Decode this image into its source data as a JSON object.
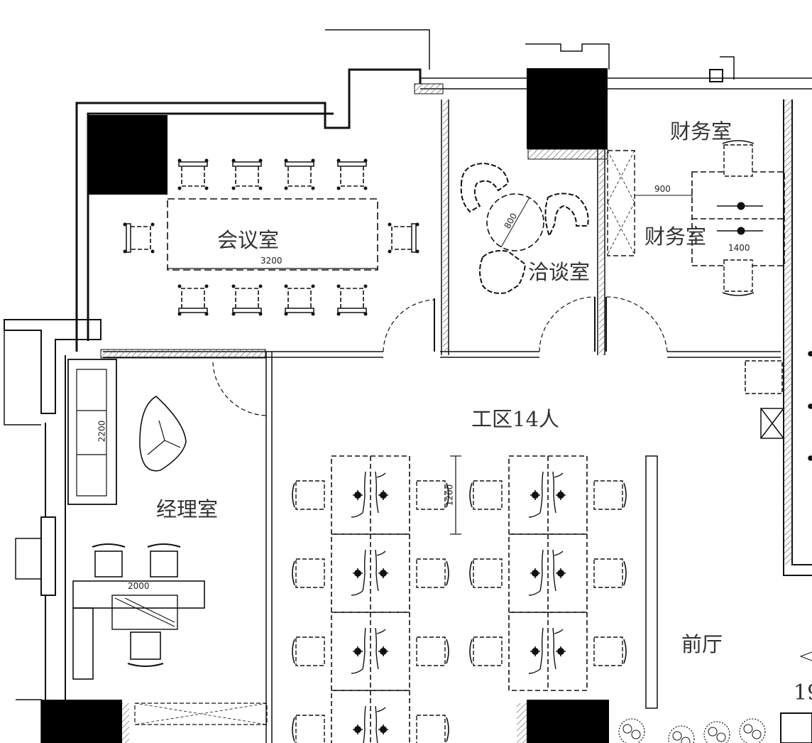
{
  "rooms": {
    "meeting": "会议室",
    "negotiation": "洽谈室",
    "finance_title": "财务室",
    "finance_inner": "财务室",
    "work_area": "工区14人",
    "manager": "经理室",
    "lobby": "前厅"
  },
  "dimensions": {
    "meeting_table": "3200",
    "round_table": "800",
    "finance_gap": "900",
    "finance_desk": "1400",
    "sofa": "2200",
    "manager_desk": "2000",
    "workstation": "1200"
  },
  "edge_text": "19"
}
